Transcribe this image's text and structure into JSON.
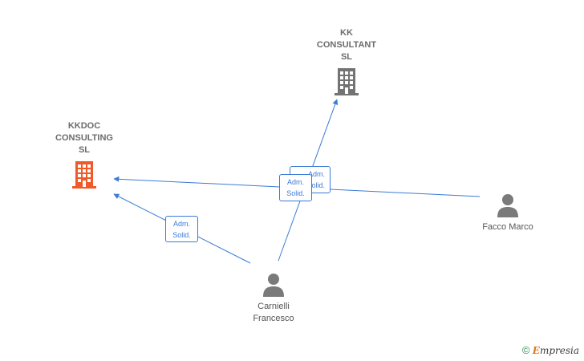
{
  "colors": {
    "edge": "#3a7bd5",
    "company_highlight": "#f05a28",
    "company_default": "#737373",
    "person": "#7a7a7a"
  },
  "nodes": {
    "kkdoc": {
      "label": "KKDOC\nCONSULTING\nSL",
      "icon": "building-icon"
    },
    "kk": {
      "label": "KK\nCONSULTANT\nSL",
      "icon": "building-icon"
    },
    "carnielli": {
      "label": "Carnielli\nFrancesco",
      "icon": "person-icon"
    },
    "facco": {
      "label": "Facco Marco",
      "icon": "person-icon"
    }
  },
  "edges": {
    "carnielli_kkdoc": "Adm.\nSolid.",
    "facco_kkdoc": "Adm.\nSolid.",
    "carnielli_kk": "Adm.\nSolid."
  },
  "brand": {
    "copyright": "©",
    "e": "E",
    "rest": "mpresia"
  }
}
